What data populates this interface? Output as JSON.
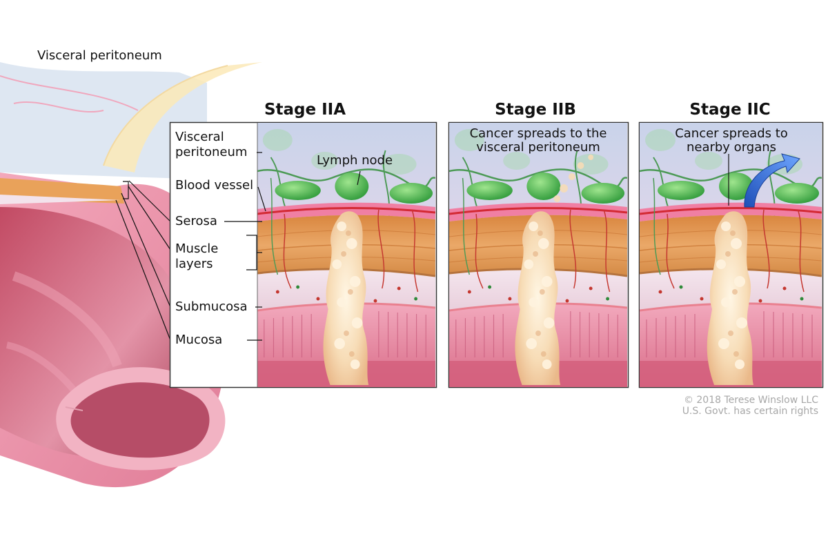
{
  "figure": {
    "main_label": "Visceral peritoneum",
    "panels": [
      {
        "title": "Stage IIA",
        "callout": "Lymph node"
      },
      {
        "title": "Stage IIB",
        "callout_line1": "Cancer spreads to the",
        "callout_line2": "visceral peritoneum"
      },
      {
        "title": "Stage IIC",
        "callout_line1": "Cancer spreads to",
        "callout_line2": "nearby organs"
      }
    ],
    "layer_labels": {
      "visceral_line1": "Visceral",
      "visceral_line2": "peritoneum",
      "blood_vessel": "Blood vessel",
      "serosa": "Serosa",
      "muscle_line1": "Muscle",
      "muscle_line2": "layers",
      "submucosa": "Submucosa",
      "mucosa": "Mucosa"
    },
    "credit_line1": "© 2018 Terese Winslow LLC",
    "credit_line2": "U.S. Govt. has certain rights"
  }
}
